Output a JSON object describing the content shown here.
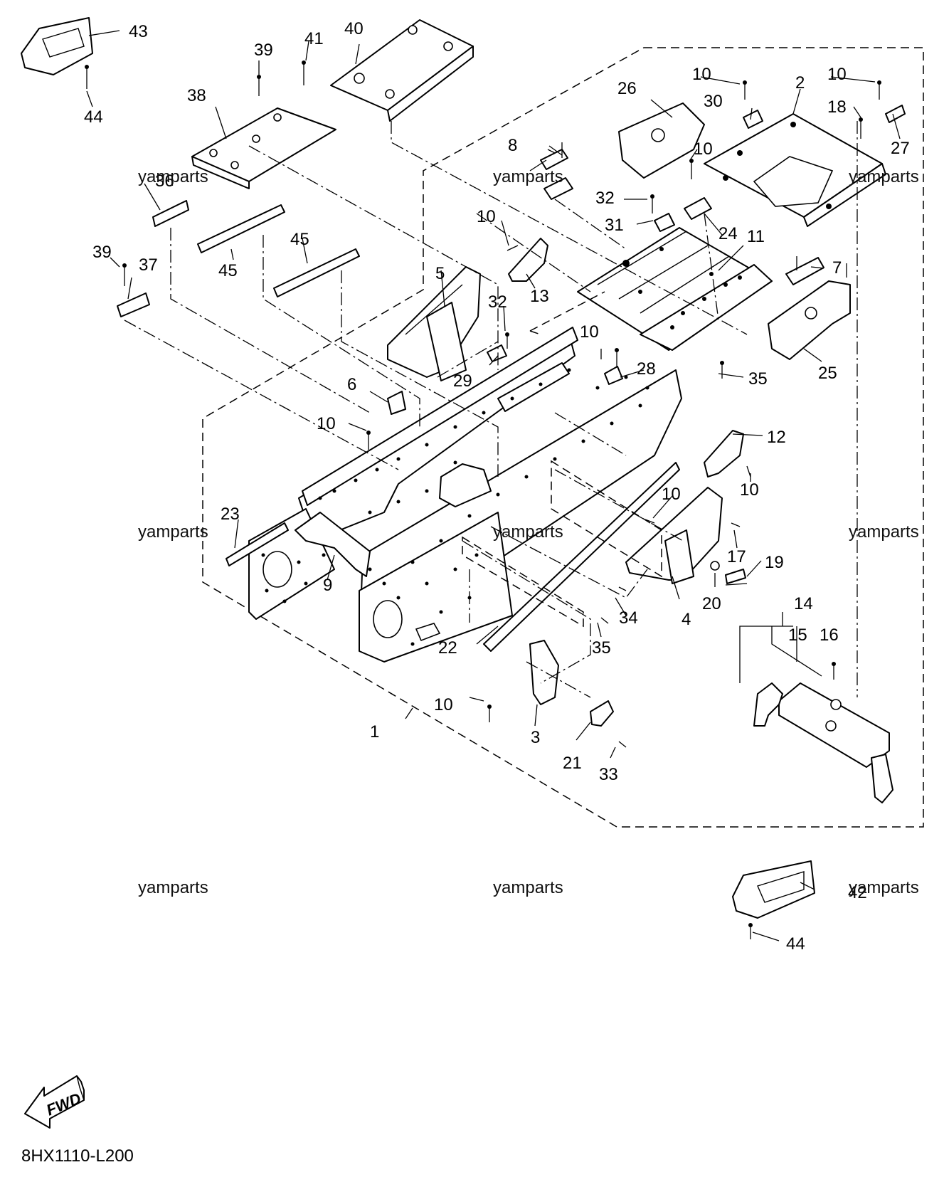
{
  "diagram": {
    "code": "8HX1110-L200",
    "fwd_label": "FWD",
    "watermark": "yamparts",
    "callouts": {
      "c1": "1",
      "c2": "2",
      "c3": "3",
      "c4": "4",
      "c5": "5",
      "c6": "6",
      "c7": "7",
      "c8": "8",
      "c9": "9",
      "c10": "10",
      "c11": "11",
      "c12": "12",
      "c13": "13",
      "c14": "14",
      "c15": "15",
      "c16": "16",
      "c17": "17",
      "c18": "18",
      "c19": "19",
      "c20": "20",
      "c21": "21",
      "c22": "22",
      "c23": "23",
      "c24": "24",
      "c25": "25",
      "c26": "26",
      "c27": "27",
      "c28": "28",
      "c29": "29",
      "c30": "30",
      "c31": "31",
      "c32": "32",
      "c33": "33",
      "c34": "34",
      "c35": "35",
      "c36": "36",
      "c37": "37",
      "c38": "38",
      "c39": "39",
      "c40": "40",
      "c41": "41",
      "c42": "42",
      "c43": "43",
      "c44": "44",
      "c45": "45"
    }
  }
}
